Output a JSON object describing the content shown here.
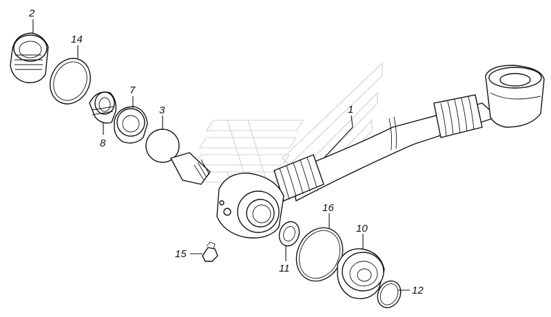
{
  "callouts": [
    {
      "id": "c2",
      "text": "2"
    },
    {
      "id": "c14",
      "text": "14"
    },
    {
      "id": "c7",
      "text": "7"
    },
    {
      "id": "c8",
      "text": "8"
    },
    {
      "id": "c3",
      "text": "3"
    },
    {
      "id": "c1",
      "text": "1"
    },
    {
      "id": "c16",
      "text": "16"
    },
    {
      "id": "c10",
      "text": "10"
    },
    {
      "id": "c15",
      "text": "15"
    },
    {
      "id": "c11",
      "text": "11"
    },
    {
      "id": "c12",
      "text": "12"
    }
  ],
  "colors": {
    "ink": "#111111",
    "watermark": "#cfcfcf",
    "background": "#ffffff"
  },
  "watermark_icon": "brand-logo-watermark"
}
